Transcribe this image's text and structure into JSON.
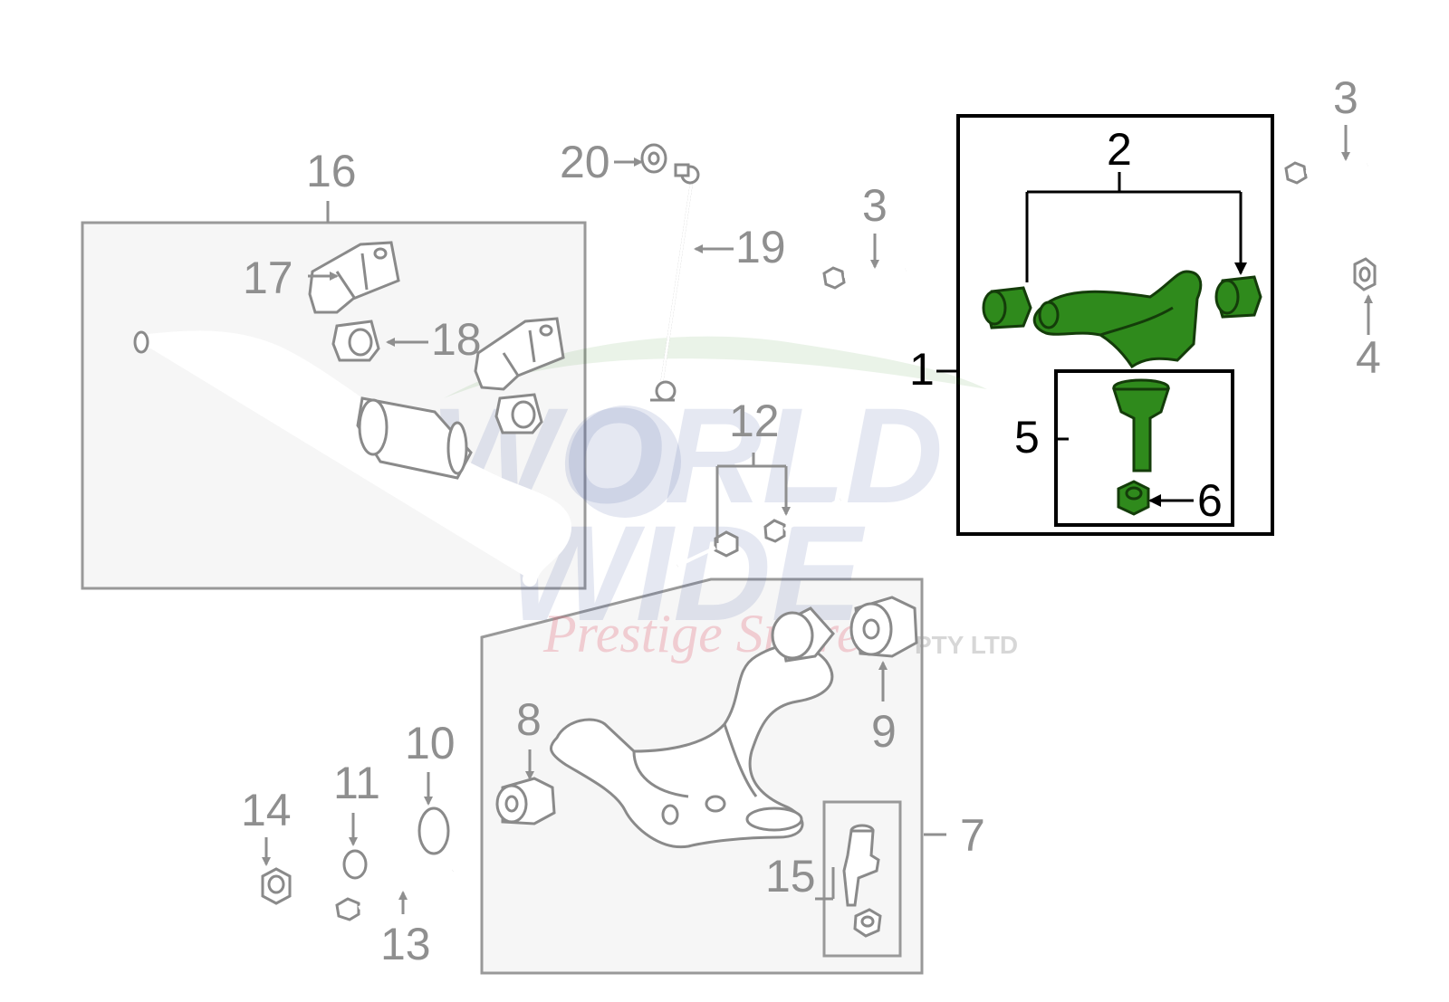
{
  "colors": {
    "highlight_part": "#2f8a1c",
    "normal_part_outline": "#8a8a8a",
    "normal_label": "#8f8f8f",
    "highlight_label": "#000000",
    "group_box_fill": "#f6f6f6"
  },
  "watermark": {
    "line1": "WORLD",
    "line2": "WIDE",
    "script": "Prestige Spares",
    "suffix": "PTY LTD"
  },
  "callouts": {
    "c1": "1",
    "c2": "2",
    "c3a": "3",
    "c3b": "3",
    "c4": "4",
    "c5": "5",
    "c6": "6",
    "c7": "7",
    "c8": "8",
    "c9": "9",
    "c10": "10",
    "c11": "11",
    "c12": "12",
    "c13": "13",
    "c14": "14",
    "c15": "15",
    "c16": "16",
    "c17": "17",
    "c18": "18",
    "c19": "19",
    "c20": "20"
  },
  "highlighted_parts": [
    "1",
    "2",
    "5",
    "6"
  ]
}
